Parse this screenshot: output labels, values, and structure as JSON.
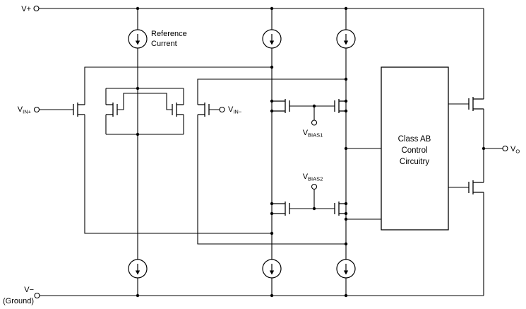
{
  "diagram": {
    "power": {
      "vplus": "V+",
      "vminus": "V−",
      "ground": "(Ground)"
    },
    "reference_current": {
      "line1": "Reference",
      "line2": "Current"
    },
    "inputs": {
      "vin_plus": {
        "main": "V",
        "sub": "IN+"
      },
      "vin_minus": {
        "main": "V",
        "sub": "IN−"
      }
    },
    "bias": {
      "vbias1": {
        "main": "V",
        "sub": "BIAS1"
      },
      "vbias2": {
        "main": "V",
        "sub": "BIAS2"
      }
    },
    "output": {
      "vo": {
        "main": "V",
        "sub": "O"
      }
    },
    "class_ab_box": {
      "line1": "Class AB",
      "line2": "Control",
      "line3": "Circuitry"
    },
    "colors": {
      "line": "#000000",
      "background": "#ffffff"
    }
  }
}
